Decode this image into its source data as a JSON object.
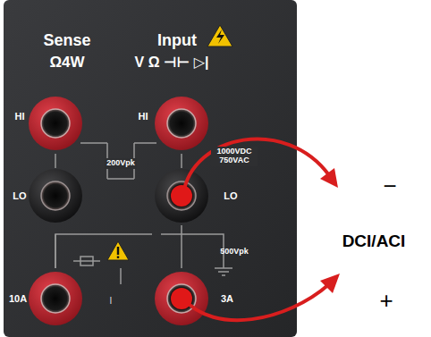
{
  "diagram": {
    "labels": [
      "Sense",
      "Ω4W",
      "Input",
      "V Ω ⊣⊢ ▷|",
      "HI",
      "HI",
      "200Vpk",
      "1000VDC 750VAC",
      "LO",
      "LO",
      "500Vpk",
      "10A",
      "I",
      "3A",
      "−",
      "DCI/ACI",
      "+"
    ]
  }
}
